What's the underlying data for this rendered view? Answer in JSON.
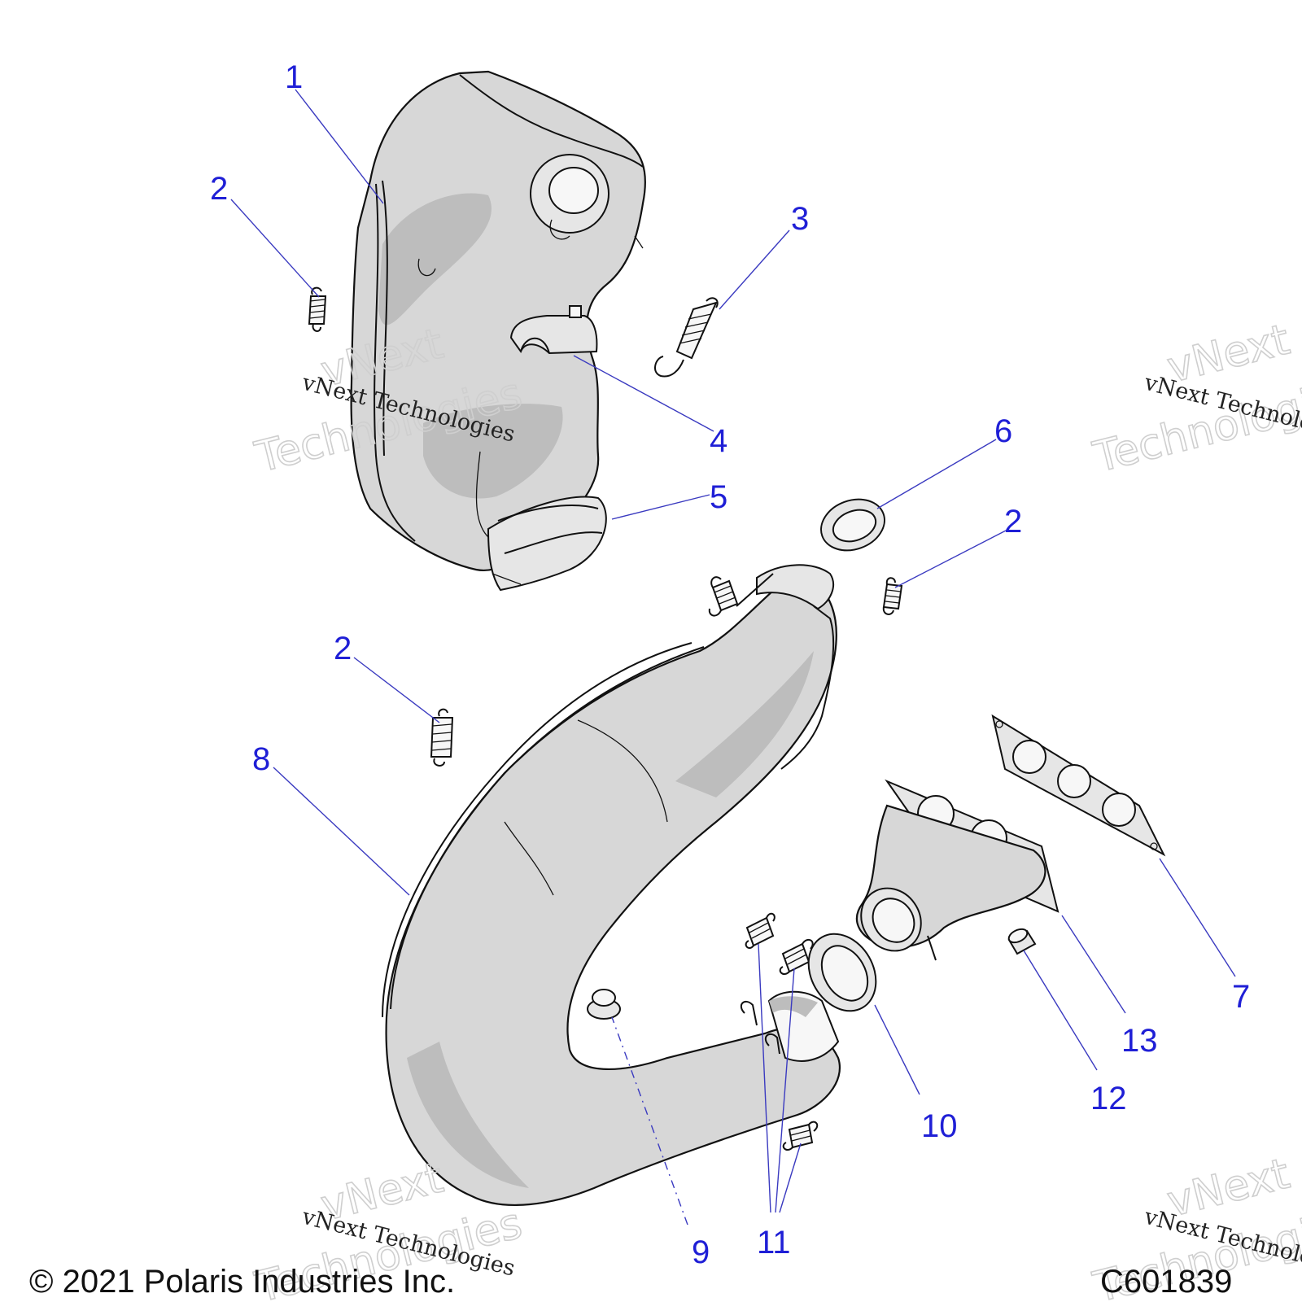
{
  "diagram": {
    "callouts": [
      {
        "id": "c1",
        "label": "1"
      },
      {
        "id": "c2a",
        "label": "2"
      },
      {
        "id": "c3",
        "label": "3"
      },
      {
        "id": "c4",
        "label": "4"
      },
      {
        "id": "c5",
        "label": "5"
      },
      {
        "id": "c6",
        "label": "6"
      },
      {
        "id": "c2b",
        "label": "2"
      },
      {
        "id": "c2c",
        "label": "2"
      },
      {
        "id": "c8",
        "label": "8"
      },
      {
        "id": "c7",
        "label": "7"
      },
      {
        "id": "c13",
        "label": "13"
      },
      {
        "id": "c12",
        "label": "12"
      },
      {
        "id": "c10",
        "label": "10"
      },
      {
        "id": "c9",
        "label": "9"
      },
      {
        "id": "c11",
        "label": "11"
      }
    ],
    "copyright": "© 2021 Polaris Industries Inc.",
    "drawing_number": "C601839",
    "watermark": {
      "text_mono": "vNext Technologies",
      "text_outline_line1": "vNext",
      "text_outline_line2": "Technologies"
    }
  }
}
